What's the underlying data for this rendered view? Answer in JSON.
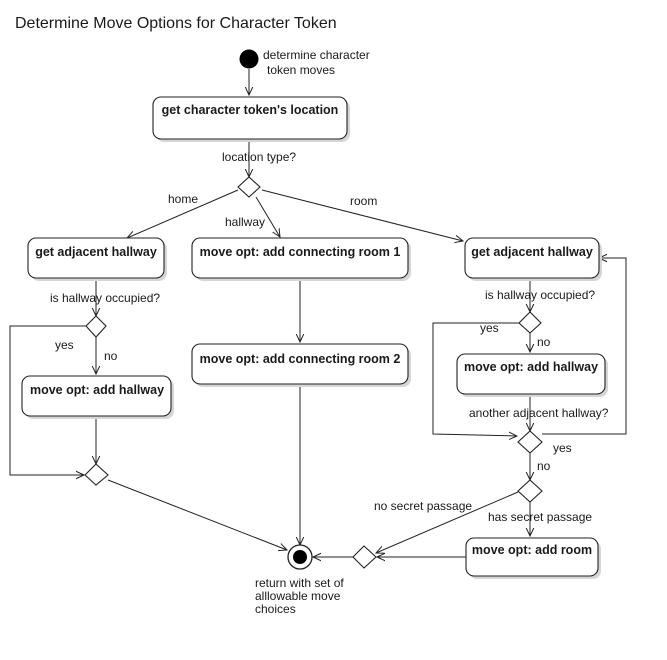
{
  "title": "Determine Move Options for Character Token",
  "nodes": {
    "start_label": [
      "determine character",
      "token moves"
    ],
    "get_location": "get character token's location",
    "get_adj_left": "get adjacent hallway",
    "add_room1": "move opt: add connecting room 1",
    "get_adj_right": "get adjacent hallway",
    "add_hallway_left": "move opt: add hallway",
    "add_room2": "move opt: add connecting room 2",
    "add_hallway_right": "move opt: add hallway",
    "add_room": "move opt: add room",
    "end_label": [
      "return with set of",
      "alllowable move",
      "choices"
    ]
  },
  "labels": {
    "location_type": "location type?",
    "home": "home",
    "hallway": "hallway",
    "room": "room",
    "occupied_left": "is hallway occupied?",
    "yes_left": "yes",
    "no_left": "no",
    "occupied_right": "is hallway occupied?",
    "yes_right": "yes",
    "no_right": "no",
    "another_adj": "another adjacent hallway?",
    "yes_loop": "yes",
    "no_loop": "no",
    "no_secret": "no secret passage",
    "has_secret": "has secret passage"
  }
}
